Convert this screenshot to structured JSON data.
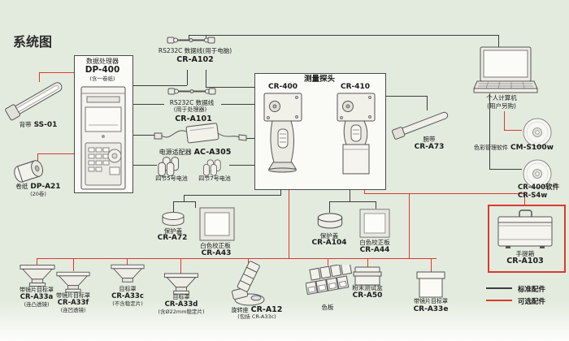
{
  "title": "系统图",
  "colors": {
    "background": "#e3ebde",
    "optional_red": "#d93a30",
    "standard_black": "#3c3c3c"
  },
  "legend": {
    "standard": "标准配件",
    "optional": "可选配件"
  },
  "boxes": {
    "dp400": {
      "heading": "数据处理器",
      "code": "DP-400",
      "note": "(含一卷纸)"
    },
    "probe": {
      "heading": "测量探头",
      "left_code": "CR-400",
      "right_code": "CR-410"
    },
    "case": {
      "name": "手提箱",
      "code": "CR-A103"
    }
  },
  "items": {
    "ss01": {
      "name": "背带",
      "code": "SS-01"
    },
    "dpa21": {
      "name": "卷纸",
      "code": "DP-A21",
      "note": "(20卷)"
    },
    "cra102": {
      "name": "RS232C 数据线(用于电脑)",
      "code": "CR-A102"
    },
    "cra101": {
      "name": "RS232C 数据线",
      "note": "(用于处理器)",
      "code": "CR-A101"
    },
    "aca305": {
      "name": "电源适配器",
      "code": "AC-A305"
    },
    "batt5": {
      "name": "四节5号电池"
    },
    "batt7": {
      "name": "四节7号电池"
    },
    "cra73": {
      "name": "腕带",
      "code": "CR-A73"
    },
    "pc": {
      "name": "个人计算机",
      "note": "(用户另购)"
    },
    "cms100w": {
      "name": "色彩管理软件",
      "code": "CM-S100w"
    },
    "crs4w": {
      "line1": "CR-400软件",
      "line2": "CR-S4w"
    },
    "cra72": {
      "name": "保护盖",
      "code": "CR-A72"
    },
    "cra43": {
      "name": "白色校正板",
      "code": "CR-A43"
    },
    "cra104": {
      "name": "保护盖",
      "code": "CR-A104"
    },
    "cra44": {
      "name": "白色校正板",
      "code": "CR-A44"
    },
    "cra33a": {
      "name": "带镜片目标罩",
      "code": "CR-A33a",
      "note": "(连凸透镜)"
    },
    "cra33f": {
      "name": "带镜片目标罩",
      "code": "CR-A33f",
      "note": "(连凹透镜)"
    },
    "cra33c": {
      "name": "目标罩",
      "code": "CR-A33c",
      "note": "(不含稳定片)"
    },
    "cra33d": {
      "name": "目标罩",
      "code": "CR-A33d",
      "note": "(含Ø22mm稳定片)"
    },
    "cra12": {
      "name": "旋转座",
      "code": "CR-A12",
      "note": "(包括 CR-A33c)"
    },
    "colorplates": {
      "name": "色板"
    },
    "cra50": {
      "name": "粉末测试盒",
      "code": "CR-A50"
    },
    "cra33e": {
      "name": "带镜片目标罩",
      "code": "CR-A33e"
    }
  }
}
